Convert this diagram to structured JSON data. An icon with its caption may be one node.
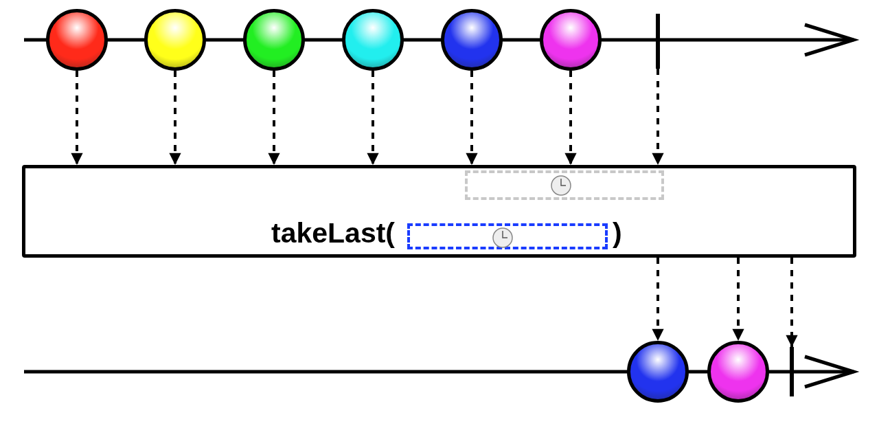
{
  "diagram": {
    "nodes": [
      {
        "text": [],
        "shape": "circle"
      },
      {
        "text": [],
        "shape": "circle"
      },
      {
        "text": [],
        "shape": "circle"
      },
      {
        "text": [],
        "shape": "circle"
      },
      {
        "text": [],
        "shape": "circle"
      },
      {
        "text": [],
        "shape": "circle"
      },
      {
        "text": [],
        "shape": "bar"
      },
      {
        "text": [
          "takeLast(",
          ")"
        ]
      },
      {
        "text": [],
        "shape": "box",
        "in": 7
      },
      {
        "text": [],
        "shape": "box",
        "in": 7
      },
      {
        "text": [],
        "shape": "circle"
      },
      {
        "text": [],
        "shape": "circle"
      },
      {
        "text": [],
        "shape": "bar"
      }
    ],
    "edges": [
      {
        "from": 0,
        "to": 7,
        "arrow": "to",
        "style": "dashed"
      },
      {
        "from": 1,
        "to": 7,
        "arrow": "to",
        "style": "dashed"
      },
      {
        "from": 2,
        "to": 7,
        "arrow": "to",
        "style": "dashed"
      },
      {
        "from": 3,
        "to": 7,
        "arrow": "to",
        "style": "dashed"
      },
      {
        "from": 4,
        "to": 7,
        "arrow": "to",
        "style": "dashed"
      },
      {
        "from": 5,
        "to": 7,
        "arrow": "to",
        "style": "dashed"
      },
      {
        "from": 6,
        "to": 7,
        "arrow": "to",
        "style": "dashed"
      },
      {
        "from": 7,
        "to": 10,
        "arrow": "to",
        "style": "dashed"
      },
      {
        "from": 7,
        "to": 11,
        "arrow": "to",
        "style": "dashed"
      },
      {
        "from": 7,
        "to": 12,
        "arrow": "to",
        "style": "dashed"
      }
    ]
  }
}
